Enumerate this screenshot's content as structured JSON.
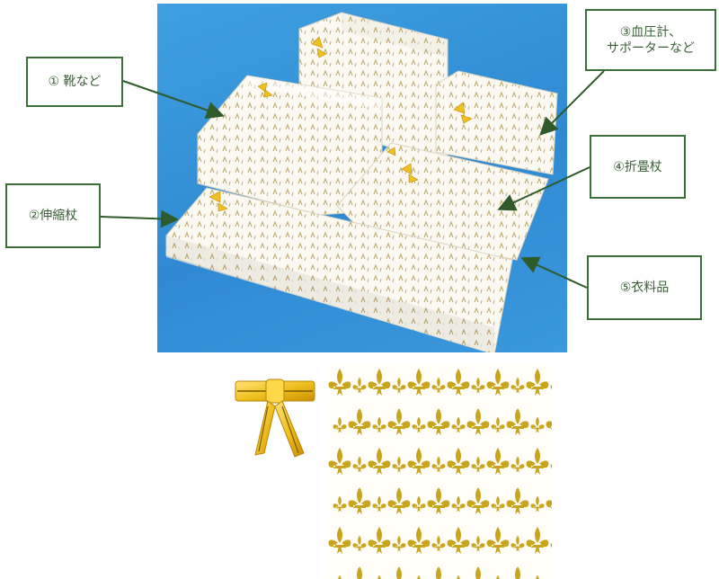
{
  "labels": {
    "shoes": "① 靴など",
    "extendable_cane": "②伸縮杖",
    "blood_pressure": "③血圧計、\nサポーターなど",
    "folding_cane": "④折畳杖",
    "clothing": "⑤衣料品"
  },
  "colors": {
    "label_border": "#3c6e3a",
    "label_text": "#3a5f36",
    "arrow": "#2f5a2a",
    "ribbon_gold": "#f0c020",
    "pattern_gold": "#c9a51e",
    "background_blue": "#2f8ad3"
  },
  "icons": [
    "gold-ribbon-bow-icon",
    "fleur-de-lis-icon"
  ]
}
